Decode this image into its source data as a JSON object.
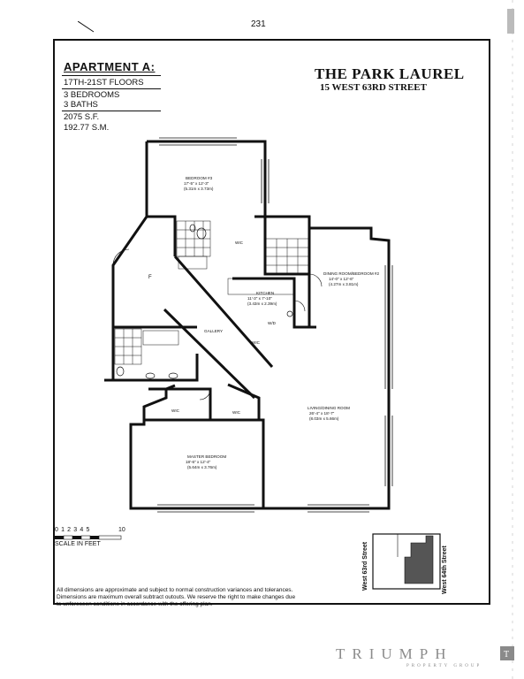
{
  "page_number": "231",
  "apartment": {
    "title": "APARTMENT A:",
    "floors": "17TH-21ST FLOORS",
    "bedrooms": "3 BEDROOMS",
    "baths": "3 BATHS",
    "area_sf": "2075 S.F.",
    "area_sm": "192.77 S.M."
  },
  "building": {
    "name": "THE PARK LAUREL",
    "address": "15 WEST 63RD STREET"
  },
  "rooms": {
    "bedroom3_name": "BEDROOM #3",
    "bedroom3_dim": "17'-5\" x 12'-3\"",
    "bedroom3_metric": "(5.31m x 3.73m)",
    "dining_name": "DINING ROOM/BEDROOM #2",
    "dining_dim": "14'-0\" x 12'-6\"",
    "dining_metric": "(4.27m x 3.81m)",
    "kitchen_name": "KITCHEN",
    "kitchen_dim": "11'-3\" x 7'-10\"",
    "kitchen_metric": "(3.43m x 2.39m)",
    "living_name": "LIVING/DINING ROOM",
    "living_dim": "26'-4\" x 18'-7\"",
    "living_metric": "(8.03m x 5.66m)",
    "master_name": "MASTER BEDROOM",
    "master_dim": "18'-6\" x 12'-4\"",
    "master_metric": "(5.64m x 3.76m)",
    "gallery": "GALLERY",
    "foyer": "F",
    "wic": "WIC",
    "w_d": "W/D"
  },
  "scale": {
    "numbers": "012345",
    "ten": "10",
    "label": "SCALE IN FEET"
  },
  "keyplan": {
    "street_left": "West 63rd Street",
    "street_right": "West 64th Street"
  },
  "disclaimer": [
    "All dimensions are approximate and subject to normal construction variances and tolerances.",
    "Dimensions are maximum overall subtract outouts.  We reserve the right to make changes due",
    "to unforeseen conditions in accordance with the offering plan."
  ],
  "brand": {
    "name": "TRIUMPH",
    "sub": "PROPERTY GROUP"
  },
  "colors": {
    "ink": "#111111",
    "keyplan_fill": "#555555",
    "brand_grey": "#8a8a8a"
  }
}
